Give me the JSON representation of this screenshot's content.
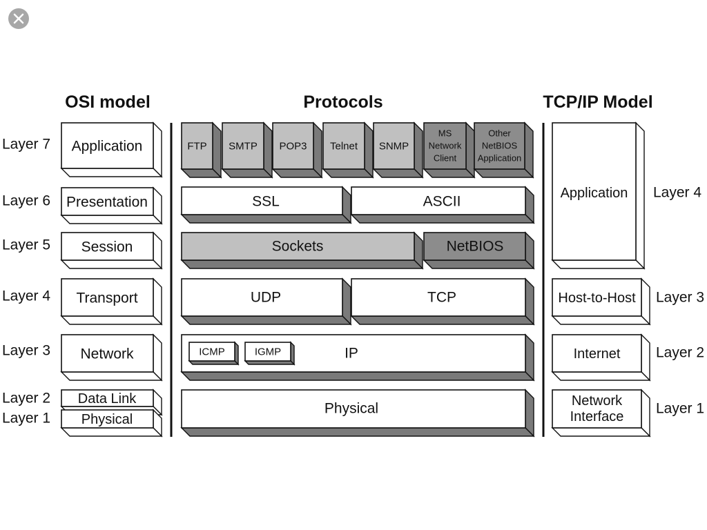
{
  "headers": {
    "osi": "OSI model",
    "protocols": "Protocols",
    "tcpip": "TCP/IP Model"
  },
  "osi_layers": [
    {
      "layer": "Layer 7",
      "name": "Application"
    },
    {
      "layer": "Layer 6",
      "name": "Presentation"
    },
    {
      "layer": "Layer 5",
      "name": "Session"
    },
    {
      "layer": "Layer 4",
      "name": "Transport"
    },
    {
      "layer": "Layer 3",
      "name": "Network"
    },
    {
      "layer": "Layer 2",
      "name": "Data Link"
    },
    {
      "layer": "Layer 1",
      "name": "Physical"
    }
  ],
  "protocols": {
    "application": [
      "FTP",
      "SMTP",
      "POP3",
      "Telnet",
      "SNMP",
      "MS Network Client",
      "Other NetBIOS Application"
    ],
    "presentation": [
      "SSL",
      "ASCII"
    ],
    "session": [
      "Sockets",
      "NetBIOS"
    ],
    "transport": [
      "UDP",
      "TCP"
    ],
    "network_sub": [
      "ICMP",
      "IGMP"
    ],
    "network": "IP",
    "physical": "Physical"
  },
  "tcpip_layers": [
    {
      "layer": "Layer 4",
      "name": "Application"
    },
    {
      "layer": "Layer 3",
      "name": "Host-to-Host"
    },
    {
      "layer": "Layer 2",
      "name": "Internet"
    },
    {
      "layer": "Layer 1",
      "name": "Network Interface"
    }
  ],
  "colors": {
    "white": "#ffffff",
    "light_gray": "#c0c0c0",
    "dark_gray": "#8c8c8c",
    "shadow": "#7a7a7a",
    "line": "#111111"
  }
}
